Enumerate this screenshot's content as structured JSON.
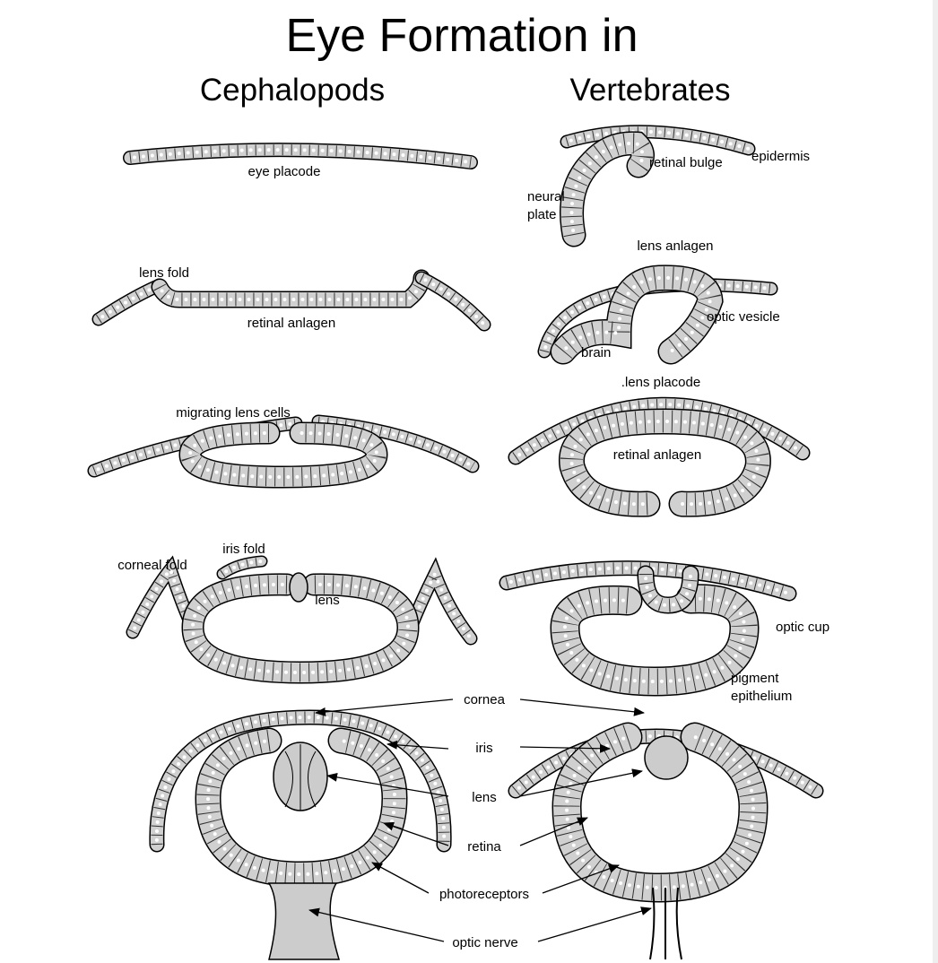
{
  "title": "Eye Formation in",
  "columns": {
    "left": "Cephalopods",
    "right": "Vertebrates"
  },
  "cephalopod_labels": {
    "eye_placode": "eye placode",
    "lens_fold": "lens fold",
    "retinal_anlagen": "retinal anlagen",
    "migrating_lens_cells": "migrating lens cells",
    "corneal_fold": "corneal fold",
    "iris_fold": "iris fold",
    "lens": "lens"
  },
  "vertebrate_labels": {
    "epidermis": "epidermis",
    "retinal_bulge": "retinal bulge",
    "neural": "neural",
    "plate": "plate",
    "lens_anlagen": "lens anlagen",
    "optic_vesicle": "optic vesicle",
    "brain": "brain",
    "lens_placode": ".lens placode",
    "retinal_anlagen": "retinal anlagen",
    "optic_cup": "optic cup",
    "pigment": "pigment",
    "epithelium": "epithelium"
  },
  "shared_labels": {
    "cornea": "cornea",
    "iris": "iris",
    "lens": "lens",
    "retina": "retina",
    "photoreceptors": "photoreceptors",
    "optic_nerve": "optic nerve"
  }
}
